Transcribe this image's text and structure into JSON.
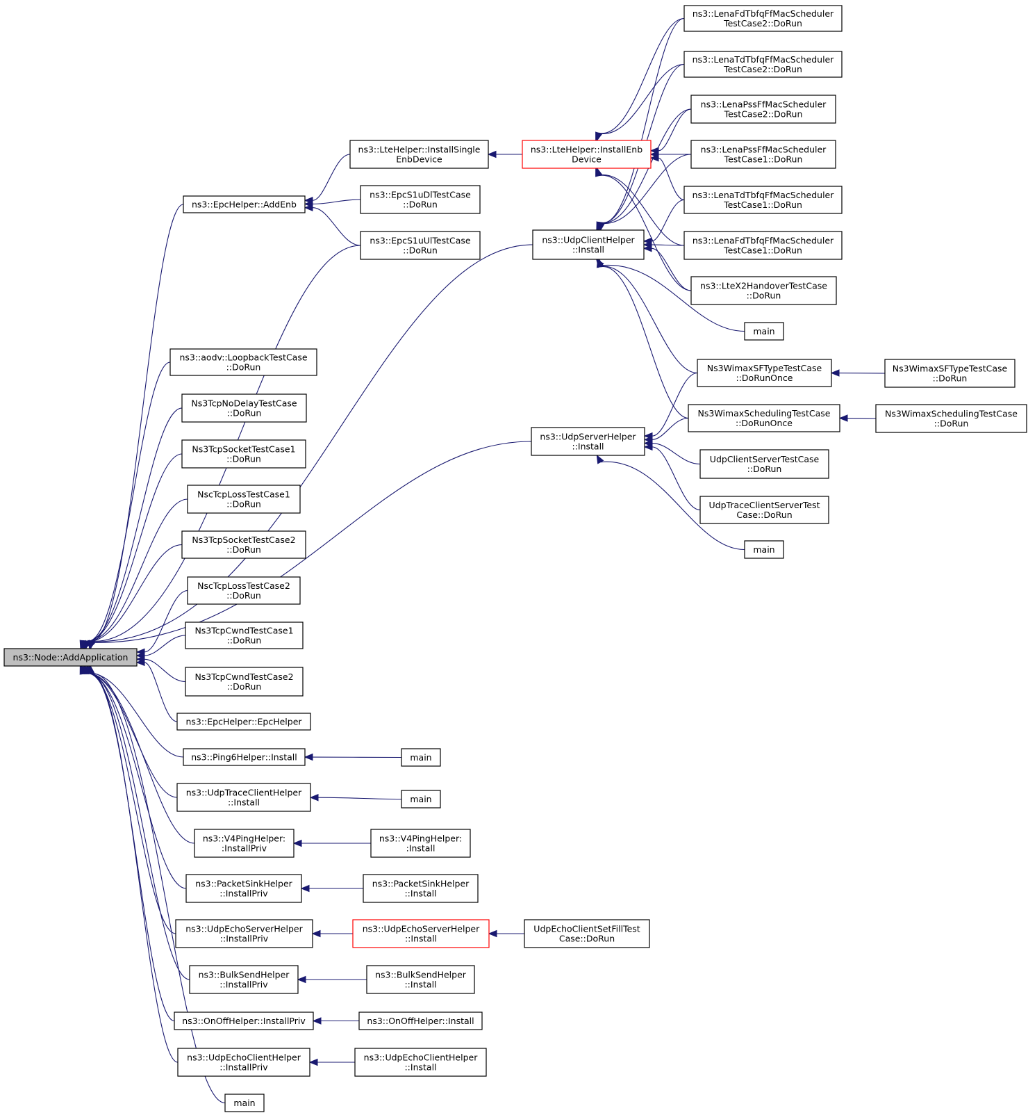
{
  "graph": {
    "root": "addApplication",
    "colors": {
      "edge": "#191970",
      "node_border": "#000000",
      "highlight_border": "#ff0000",
      "root_fill": "#bfbfbf"
    },
    "nodes": [
      {
        "id": "addApplication",
        "lines": [
          "ns3::Node::AddApplication"
        ],
        "style": "root"
      },
      {
        "id": "epcAddEnb",
        "lines": [
          "ns3::EpcHelper::AddEnb"
        ]
      },
      {
        "id": "lteInstallSingleEnb",
        "lines": [
          "ns3::LteHelper::InstallSingle",
          "EnbDevice"
        ]
      },
      {
        "id": "lteInstallEnb",
        "lines": [
          "ns3::LteHelper::InstallEnb",
          "Device"
        ],
        "style": "red"
      },
      {
        "id": "epcS1uDl",
        "lines": [
          "ns3::EpcS1uDlTestCase",
          "::DoRun"
        ]
      },
      {
        "id": "epcS1uUl",
        "lines": [
          "ns3::EpcS1uUlTestCase",
          "::DoRun"
        ]
      },
      {
        "id": "lenaFdTbfq2",
        "lines": [
          "ns3::LenaFdTbfqFfMacScheduler",
          "TestCase2::DoRun"
        ]
      },
      {
        "id": "lenaTdTbfq2",
        "lines": [
          "ns3::LenaTdTbfqFfMacScheduler",
          "TestCase2::DoRun"
        ]
      },
      {
        "id": "lenaPss2",
        "lines": [
          "ns3::LenaPssFfMacScheduler",
          "TestCase2::DoRun"
        ]
      },
      {
        "id": "lenaPss1",
        "lines": [
          "ns3::LenaPssFfMacScheduler",
          "TestCase1::DoRun"
        ]
      },
      {
        "id": "lenaTdTbfq1",
        "lines": [
          "ns3::LenaTdTbfqFfMacScheduler",
          "TestCase1::DoRun"
        ]
      },
      {
        "id": "lenaFdTbfq1",
        "lines": [
          "ns3::LenaFdTbfqFfMacScheduler",
          "TestCase1::DoRun"
        ]
      },
      {
        "id": "lteX2",
        "lines": [
          "ns3::LteX2HandoverTestCase",
          "::DoRun"
        ]
      },
      {
        "id": "udpClientInstall",
        "lines": [
          "ns3::UdpClientHelper",
          "::Install"
        ]
      },
      {
        "id": "mainA",
        "lines": [
          "main"
        ]
      },
      {
        "id": "wimaxSF",
        "lines": [
          "Ns3WimaxSFTypeTestCase",
          "::DoRunOnce"
        ]
      },
      {
        "id": "wimaxSFRun",
        "lines": [
          "Ns3WimaxSFTypeTestCase",
          "::DoRun"
        ]
      },
      {
        "id": "wimaxSched",
        "lines": [
          "Ns3WimaxSchedulingTestCase",
          "::DoRunOnce"
        ]
      },
      {
        "id": "wimaxSchedRun",
        "lines": [
          "Ns3WimaxSchedulingTestCase",
          "::DoRun"
        ]
      },
      {
        "id": "udpServerInstall",
        "lines": [
          "ns3::UdpServerHelper",
          "::Install"
        ]
      },
      {
        "id": "udpCSTest",
        "lines": [
          "UdpClientServerTestCase",
          "::DoRun"
        ]
      },
      {
        "id": "udpTraceCSTest",
        "lines": [
          "UdpTraceClientServerTest",
          "Case::DoRun"
        ]
      },
      {
        "id": "mainB",
        "lines": [
          "main"
        ]
      },
      {
        "id": "aodvLoopback",
        "lines": [
          "ns3::aodv::LoopbackTestCase",
          "::DoRun"
        ]
      },
      {
        "id": "tcpNoDelay",
        "lines": [
          "Ns3TcpNoDelayTestCase",
          "::DoRun"
        ]
      },
      {
        "id": "tcpSocket1",
        "lines": [
          "Ns3TcpSocketTestCase1",
          "::DoRun"
        ]
      },
      {
        "id": "nscLoss1",
        "lines": [
          "NscTcpLossTestCase1",
          "::DoRun"
        ]
      },
      {
        "id": "tcpSocket2",
        "lines": [
          "Ns3TcpSocketTestCase2",
          "::DoRun"
        ]
      },
      {
        "id": "nscLoss2",
        "lines": [
          "NscTcpLossTestCase2",
          "::DoRun"
        ]
      },
      {
        "id": "tcpCwnd1",
        "lines": [
          "Ns3TcpCwndTestCase1",
          "::DoRun"
        ]
      },
      {
        "id": "tcpCwnd2",
        "lines": [
          "Ns3TcpCwndTestCase2",
          "::DoRun"
        ]
      },
      {
        "id": "epcCtor",
        "lines": [
          "ns3::EpcHelper::EpcHelper"
        ]
      },
      {
        "id": "ping6Install",
        "lines": [
          "ns3::Ping6Helper::Install"
        ]
      },
      {
        "id": "mainC",
        "lines": [
          "main"
        ]
      },
      {
        "id": "udpTraceClientInstall",
        "lines": [
          "ns3::UdpTraceClientHelper",
          "::Install"
        ]
      },
      {
        "id": "mainD",
        "lines": [
          "main"
        ]
      },
      {
        "id": "v4PingPriv",
        "lines": [
          "ns3::V4PingHelper:",
          ":InstallPriv"
        ]
      },
      {
        "id": "v4PingInstall",
        "lines": [
          "ns3::V4PingHelper:",
          ":Install"
        ]
      },
      {
        "id": "sinkPriv",
        "lines": [
          "ns3::PacketSinkHelper",
          "::InstallPriv"
        ]
      },
      {
        "id": "sinkInstall",
        "lines": [
          "ns3::PacketSinkHelper",
          "::Install"
        ]
      },
      {
        "id": "echoServerPriv",
        "lines": [
          "ns3::UdpEchoServerHelper",
          "::InstallPriv"
        ]
      },
      {
        "id": "echoServerInstall",
        "lines": [
          "ns3::UdpEchoServerHelper",
          "::Install"
        ],
        "style": "red"
      },
      {
        "id": "echoFillTest",
        "lines": [
          "UdpEchoClientSetFillTest",
          "Case::DoRun"
        ]
      },
      {
        "id": "bulkPriv",
        "lines": [
          "ns3::BulkSendHelper",
          "::InstallPriv"
        ]
      },
      {
        "id": "bulkInstall",
        "lines": [
          "ns3::BulkSendHelper",
          "::Install"
        ]
      },
      {
        "id": "onOffPriv",
        "lines": [
          "ns3::OnOffHelper::InstallPriv"
        ]
      },
      {
        "id": "onOffInstall",
        "lines": [
          "ns3::OnOffHelper::Install"
        ]
      },
      {
        "id": "echoClientPriv",
        "lines": [
          "ns3::UdpEchoClientHelper",
          "::InstallPriv"
        ]
      },
      {
        "id": "echoClientInstall",
        "lines": [
          "ns3::UdpEchoClientHelper",
          "::Install"
        ]
      },
      {
        "id": "mainE",
        "lines": [
          "main"
        ]
      }
    ],
    "edges": [
      [
        "epcAddEnb",
        "addApplication"
      ],
      [
        "epcS1uUl",
        "addApplication"
      ],
      [
        "udpClientInstall",
        "addApplication"
      ],
      [
        "udpServerInstall",
        "addApplication"
      ],
      [
        "aodvLoopback",
        "addApplication"
      ],
      [
        "tcpNoDelay",
        "addApplication"
      ],
      [
        "tcpSocket1",
        "addApplication"
      ],
      [
        "nscLoss1",
        "addApplication"
      ],
      [
        "tcpSocket2",
        "addApplication"
      ],
      [
        "nscLoss2",
        "addApplication"
      ],
      [
        "tcpCwnd1",
        "addApplication"
      ],
      [
        "tcpCwnd2",
        "addApplication"
      ],
      [
        "epcCtor",
        "addApplication"
      ],
      [
        "ping6Install",
        "addApplication"
      ],
      [
        "udpTraceClientInstall",
        "addApplication"
      ],
      [
        "v4PingPriv",
        "addApplication"
      ],
      [
        "sinkPriv",
        "addApplication"
      ],
      [
        "echoServerPriv",
        "addApplication"
      ],
      [
        "bulkPriv",
        "addApplication"
      ],
      [
        "onOffPriv",
        "addApplication"
      ],
      [
        "echoClientPriv",
        "addApplication"
      ],
      [
        "mainE",
        "addApplication"
      ],
      [
        "lteInstallSingleEnb",
        "epcAddEnb"
      ],
      [
        "epcS1uDl",
        "epcAddEnb"
      ],
      [
        "epcS1uUl",
        "epcAddEnb"
      ],
      [
        "lteInstallEnb",
        "lteInstallSingleEnb"
      ],
      [
        "lenaFdTbfq2",
        "lteInstallEnb"
      ],
      [
        "lenaTdTbfq2",
        "lteInstallEnb"
      ],
      [
        "lenaPss2",
        "lteInstallEnb"
      ],
      [
        "lenaPss1",
        "lteInstallEnb"
      ],
      [
        "lenaTdTbfq1",
        "lteInstallEnb"
      ],
      [
        "lenaFdTbfq1",
        "lteInstallEnb"
      ],
      [
        "lteX2",
        "lteInstallEnb"
      ],
      [
        "lenaFdTbfq2",
        "udpClientInstall"
      ],
      [
        "lenaTdTbfq2",
        "udpClientInstall"
      ],
      [
        "lenaPss2",
        "udpClientInstall"
      ],
      [
        "lenaPss1",
        "udpClientInstall"
      ],
      [
        "lenaTdTbfq1",
        "udpClientInstall"
      ],
      [
        "lenaFdTbfq1",
        "udpClientInstall"
      ],
      [
        "lteX2",
        "udpClientInstall"
      ],
      [
        "mainA",
        "udpClientInstall"
      ],
      [
        "wimaxSF",
        "udpClientInstall"
      ],
      [
        "wimaxSched",
        "udpClientInstall"
      ],
      [
        "wimaxSF",
        "udpServerInstall"
      ],
      [
        "wimaxSched",
        "udpServerInstall"
      ],
      [
        "udpCSTest",
        "udpServerInstall"
      ],
      [
        "udpTraceCSTest",
        "udpServerInstall"
      ],
      [
        "mainB",
        "udpServerInstall"
      ],
      [
        "wimaxSFRun",
        "wimaxSF"
      ],
      [
        "wimaxSchedRun",
        "wimaxSched"
      ],
      [
        "mainC",
        "ping6Install"
      ],
      [
        "mainD",
        "udpTraceClientInstall"
      ],
      [
        "v4PingInstall",
        "v4PingPriv"
      ],
      [
        "sinkInstall",
        "sinkPriv"
      ],
      [
        "echoServerInstall",
        "echoServerPriv"
      ],
      [
        "echoFillTest",
        "echoServerInstall"
      ],
      [
        "bulkInstall",
        "bulkPriv"
      ],
      [
        "onOffInstall",
        "onOffPriv"
      ],
      [
        "echoClientInstall",
        "echoClientPriv"
      ]
    ]
  }
}
